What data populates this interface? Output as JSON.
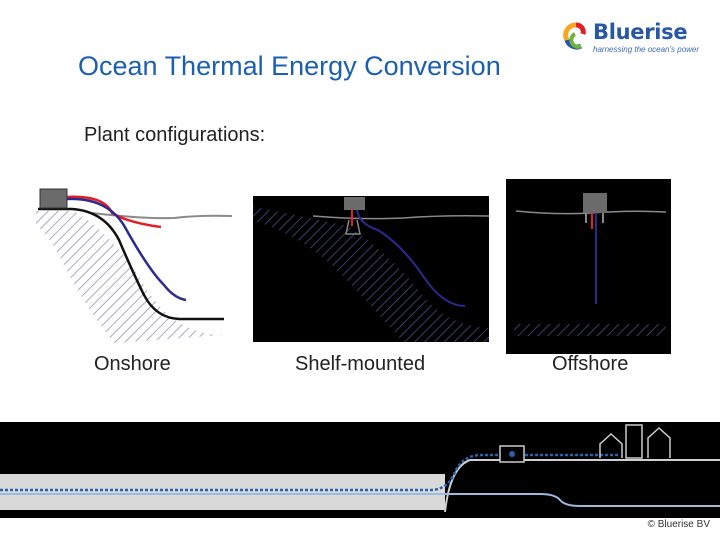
{
  "brand": {
    "name": "Bluerise",
    "tagline": "harnessing the ocean's power"
  },
  "title": "Ocean Thermal Energy Conversion",
  "subtitle": "Plant configurations:",
  "configurations": [
    {
      "caption": "Onshore"
    },
    {
      "caption": "Shelf-mounted"
    },
    {
      "caption": "Offshore"
    }
  ],
  "footer": {
    "copyright": "© Bluerise BV"
  },
  "colors": {
    "title_blue": "#1b5fb3",
    "warm_pipe": "#e21e26",
    "cold_pipe": "#2b2a8f",
    "sea_surface": "#8a8a8a"
  }
}
